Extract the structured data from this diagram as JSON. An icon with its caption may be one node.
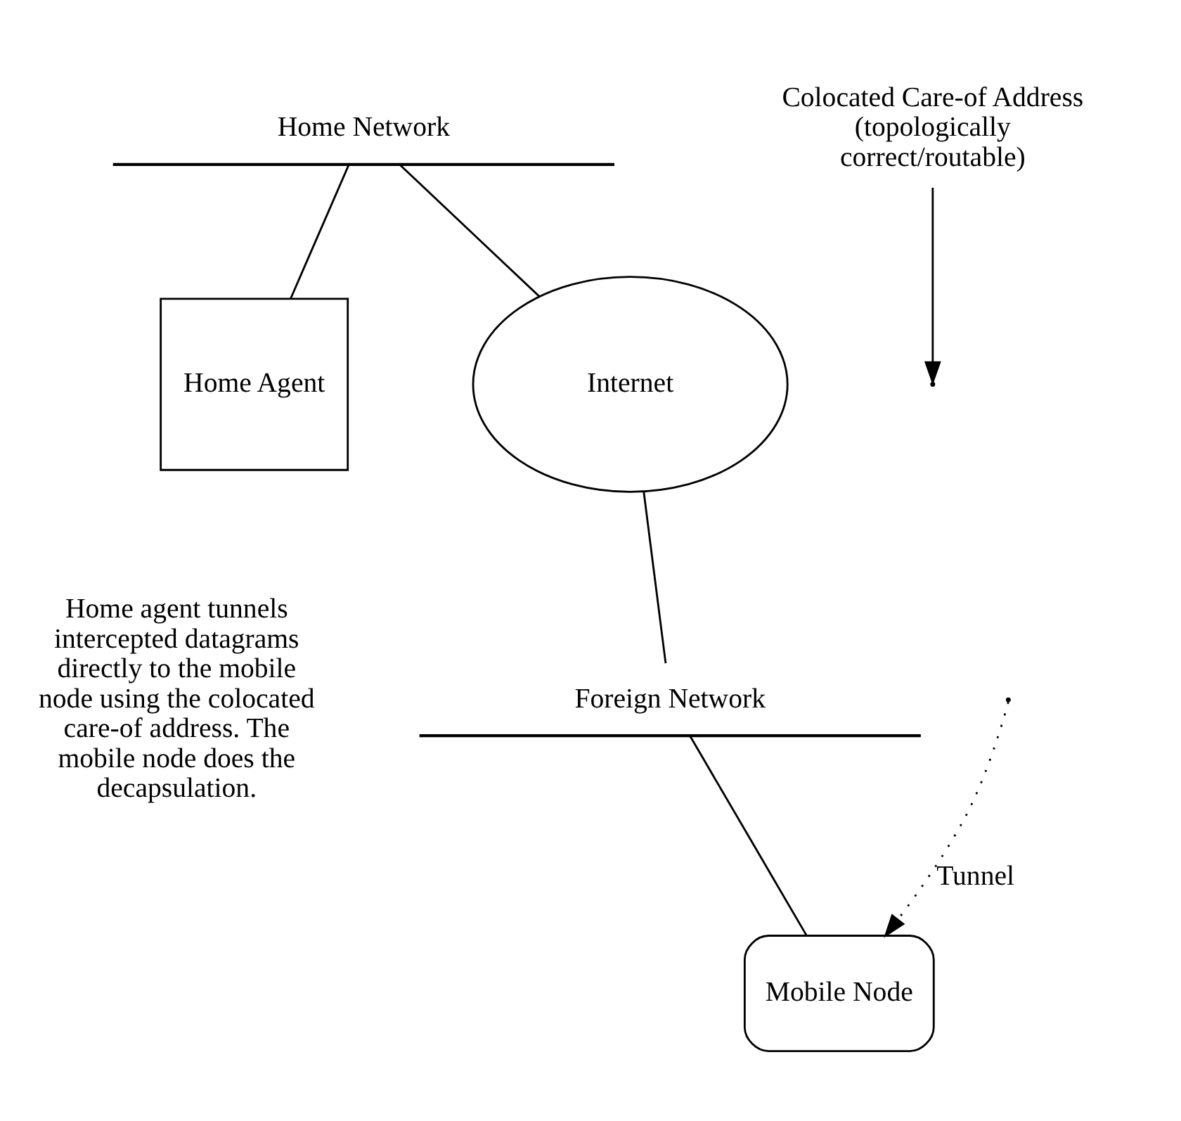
{
  "diagram": {
    "nodes": [
      {
        "text": [
          "Home Network"
        ]
      },
      {
        "text": [
          "Home Agent"
        ]
      },
      {
        "text": [
          "Internet"
        ]
      },
      {
        "text": [
          "Foreign Network"
        ]
      },
      {
        "text": [
          "Mobile Node"
        ]
      },
      {
        "text": [
          "Colocated Care-of Address (topologically correct/routable)"
        ]
      }
    ],
    "edges": [
      {
        "from": 0,
        "to": 1,
        "arrow": "none"
      },
      {
        "from": 0,
        "to": 2,
        "arrow": "none"
      },
      {
        "from": 2,
        "to": 3,
        "arrow": "none"
      },
      {
        "from": 3,
        "to": 4,
        "arrow": "none"
      },
      {
        "from": null,
        "to": 4,
        "arrow": "to",
        "label": "Tunnel",
        "style": "dashed"
      },
      {
        "from": 5,
        "to": null,
        "arrow": "to"
      }
    ],
    "labels": [
      "Home agent tunnels intercepted datagrams directly to the mobile node using the colocated care-of address. The mobile node does the decapsulation."
    ]
  }
}
